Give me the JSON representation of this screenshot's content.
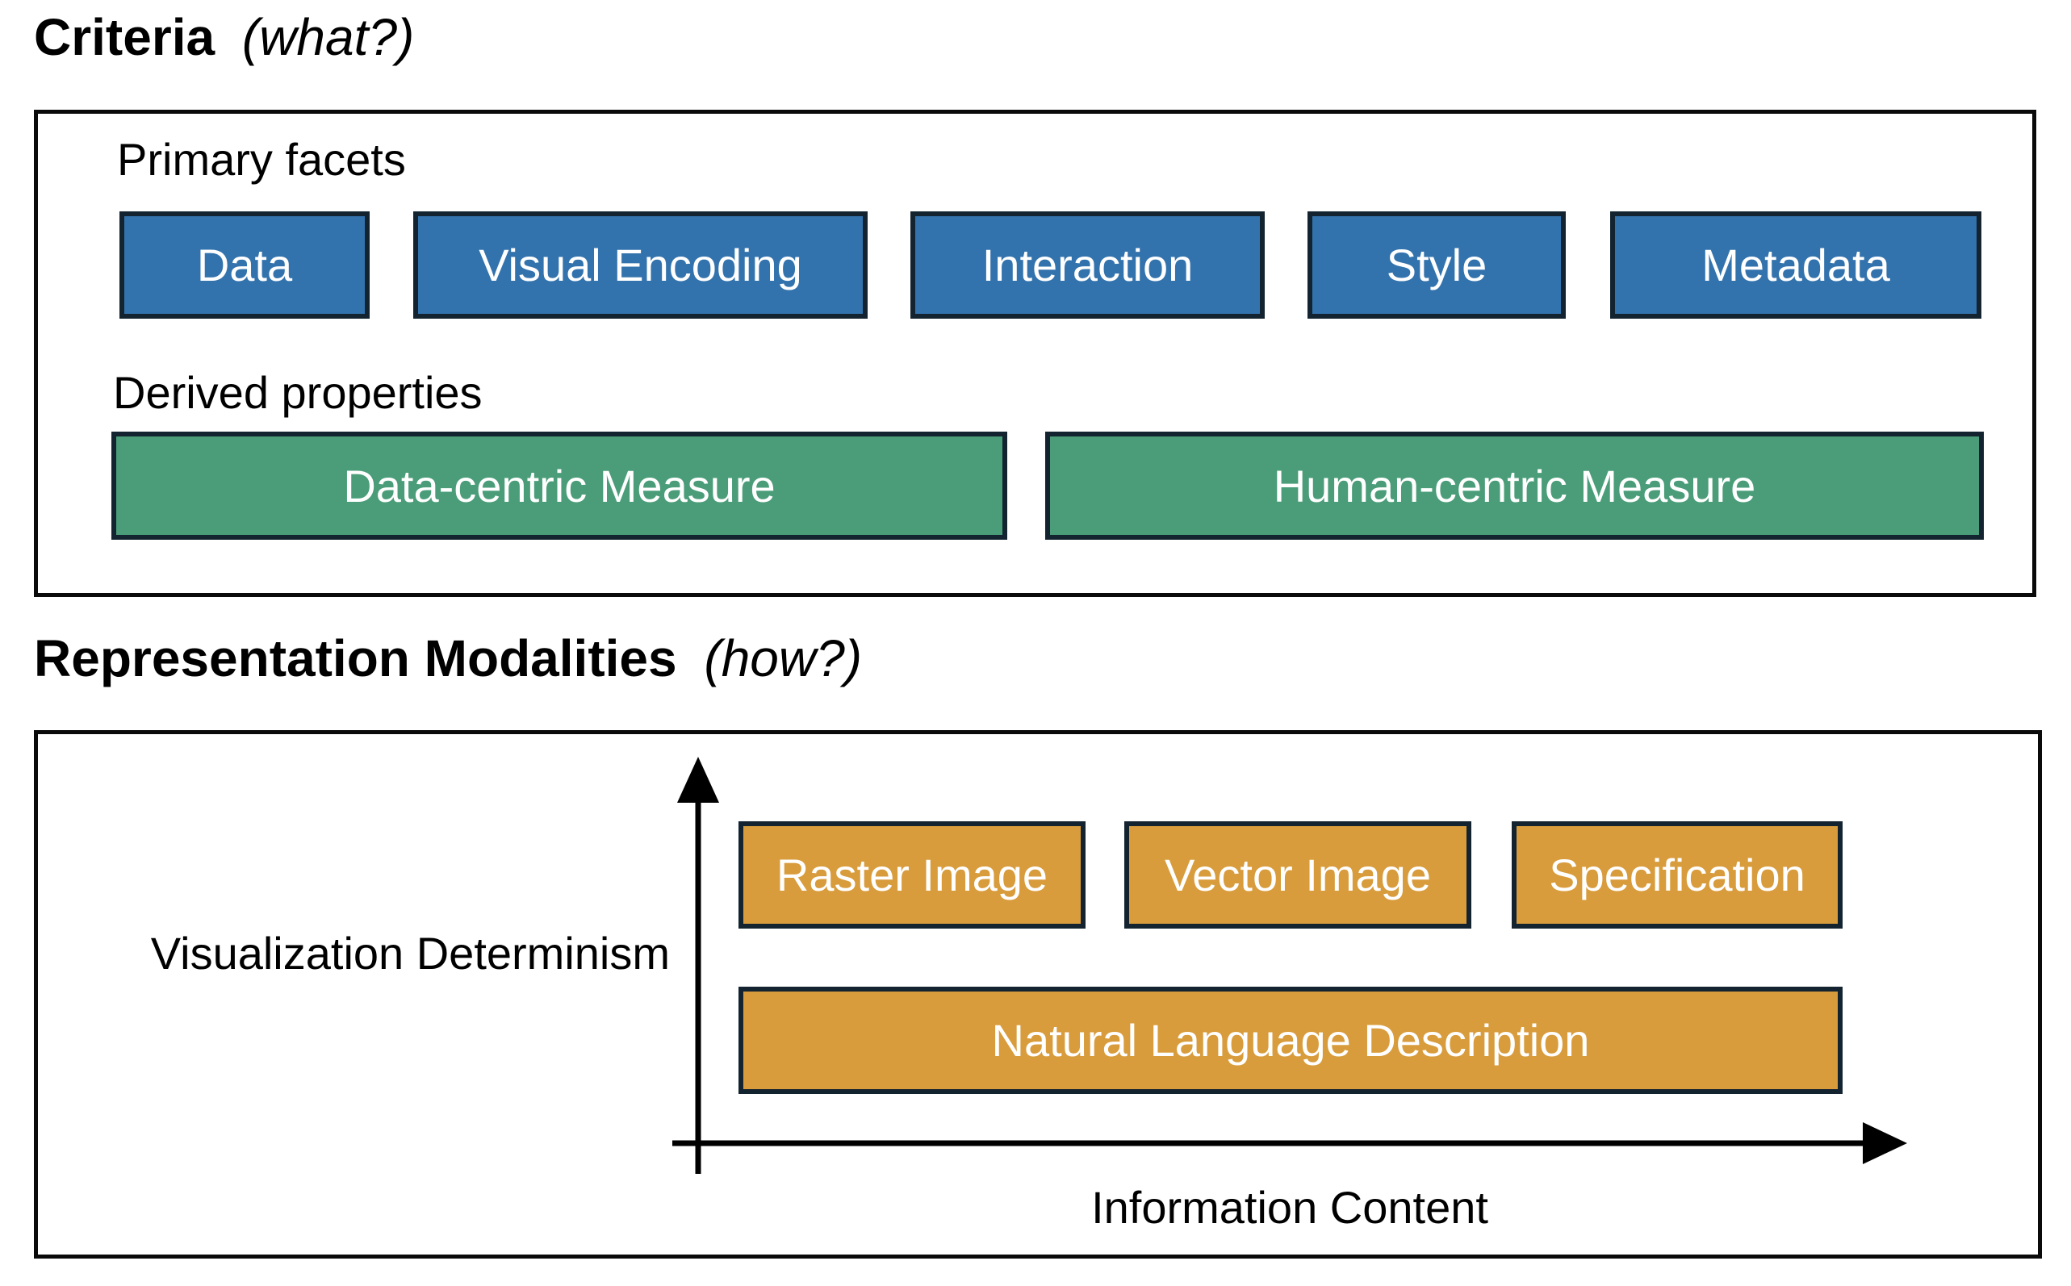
{
  "criteria": {
    "title": "Criteria",
    "qualifier": "(what?)",
    "primary_facets": {
      "label": "Primary facets",
      "items": [
        "Data",
        "Visual Encoding",
        "Interaction",
        "Style",
        "Metadata"
      ]
    },
    "derived_properties": {
      "label": "Derived properties",
      "items": [
        "Data-centric Measure",
        "Human-centric Measure"
      ]
    }
  },
  "modalities": {
    "title": "Representation Modalities",
    "qualifier": "(how?)",
    "y_axis_label": "Visualization Determinism",
    "x_axis_label": "Information Content",
    "top_row": [
      "Raster Image",
      "Vector Image",
      "Specification"
    ],
    "bottom_row": [
      "Natural Language Description"
    ]
  },
  "colors": {
    "facet_blue": "#3373ad",
    "measure_green": "#4a9d78",
    "modality_orange": "#d89c3c",
    "box_border": "#132430",
    "panel_border": "#0a0a0a",
    "box_text": "#ffffff",
    "label_text": "#000000"
  }
}
